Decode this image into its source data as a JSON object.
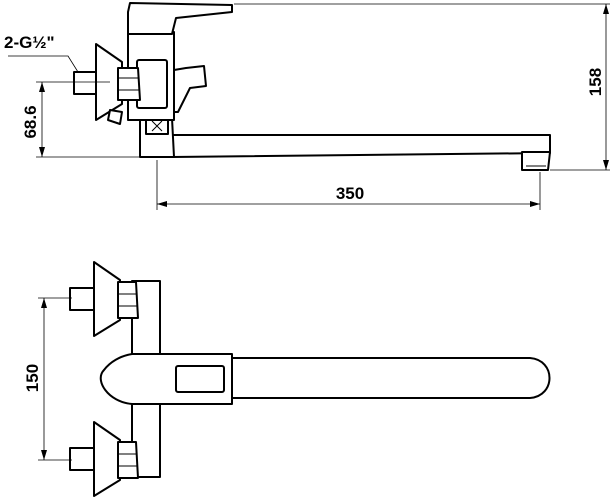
{
  "dimensions": {
    "thread_spec": "2-G½\"",
    "outlet_height": "68.6",
    "total_height": "158",
    "spout_reach": "350",
    "inlet_spacing": "150"
  },
  "colors": {
    "line": "#000000",
    "background": "#ffffff"
  }
}
